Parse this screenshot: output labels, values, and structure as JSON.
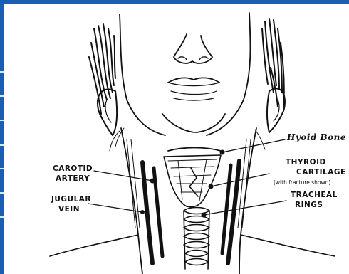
{
  "labels": {
    "hyoid_bone": "Hyoid Bone",
    "thyroid_line1": "THYROID",
    "thyroid_line2": "CARTILAGE",
    "thyroid_note": "(with fracture shown)",
    "tracheal_line1": "TRACHEAL",
    "tracheal_line2": "RINGS",
    "carotid_line1": "CAROTID",
    "carotid_line2": "ARTERY",
    "jugular_line1": "JUGULAR",
    "jugular_line2": "VEIN"
  },
  "colors": {
    "frame": "#1a5fb4",
    "paper": "#ffffff",
    "ink": "#111111"
  }
}
